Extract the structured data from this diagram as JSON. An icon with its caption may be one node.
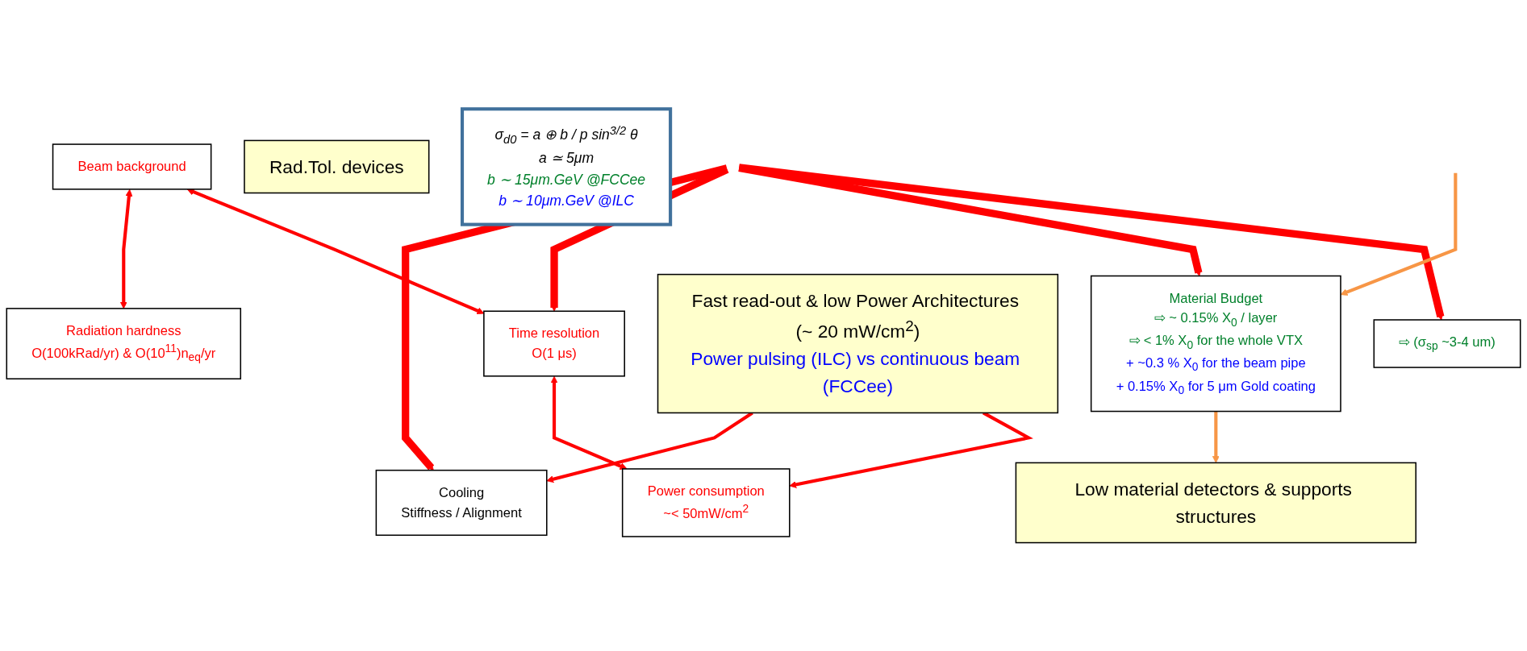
{
  "diagram": {
    "nodes": [
      {
        "text": [
          "⇨ (σ$_{sp}$ ~3-4 um)"
        ]
      },
      {
        "text": [
          "Beam background"
        ]
      },
      {
        "text": [
          "Radiation hardness",
          "O(100kRad/yr) & O(10$^{11}$)n$_{eq}$/yr"
        ]
      },
      {
        "text": [
          "Rad.Tol. devices"
        ]
      },
      {
        "text": [
          "Time resolution",
          "O(1 μs)"
        ]
      },
      {
        "text": [
          "Power consumption",
          "~< 50mW/cm$^{2}$"
        ]
      },
      {
        "text": [
          "Fast read-out & low Power Architectures (~ 20 mW/cm$^{2}$)",
          "Power pulsing (ILC) vs continuous beam (FCCee)"
        ]
      },
      {
        "text": [
          "Cooling",
          "Stiffness / Alignment"
        ]
      },
      {
        "text": [
          "Material Budget",
          "⇨ ~ 0.15% X$_{0}$ / layer",
          "⇨ < 1% X$_{0}$ for the whole VTX",
          "+ ~0.3 % X$_{0}$ for the beam pipe",
          "+ 0.15% X$_{0}$ for 5 μm Gold coating"
        ]
      },
      {
        "text": [
          "Low material detectors & supports structures"
        ]
      },
      {
        "text": [
          "σ$_{d0}$ = a ⊕ b / p sin$^{3/2}$ θ",
          "a ≃ 5μm",
          "b ∼ 15μm.GeV @FCCee",
          "b ∼ 10μm.GeV @ILC"
        ]
      }
    ],
    "edges": [
      {
        "from": null,
        "to": 0,
        "arrow": "to",
        "style": "thick"
      },
      {
        "from": null,
        "to": 8,
        "arrow": "to",
        "style": "thick"
      },
      {
        "from": null,
        "to": 4,
        "arrow": "to",
        "style": "thick"
      },
      {
        "from": null,
        "to": 7,
        "arrow": "to",
        "style": "thick"
      },
      {
        "from": 1,
        "to": 4,
        "arrow": "both"
      },
      {
        "from": 1,
        "to": 2,
        "arrow": "both"
      },
      {
        "from": 4,
        "to": 5,
        "arrow": "both"
      },
      {
        "from": 6,
        "to": 5,
        "arrow": "to"
      },
      {
        "from": 6,
        "to": 7,
        "arrow": "to"
      },
      {
        "from": null,
        "to": 8,
        "arrow": "to",
        "color": "#f79646"
      },
      {
        "from": 8,
        "to": 9,
        "arrow": "to",
        "color": "#f79646"
      }
    ]
  }
}
